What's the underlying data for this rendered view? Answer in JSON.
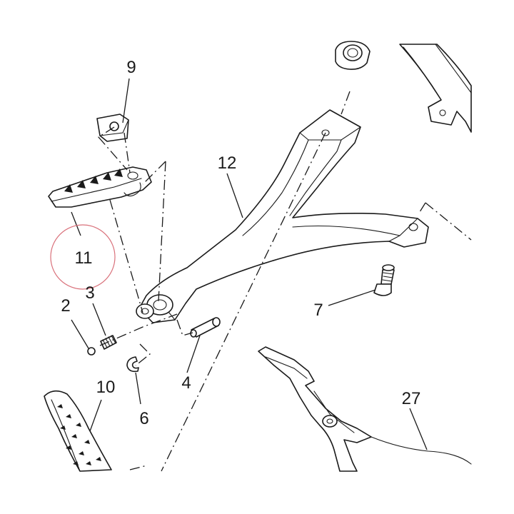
{
  "diagram": {
    "callouts": {
      "c9": "9",
      "c12": "12",
      "c11": "11",
      "c2": "2",
      "c3": "3",
      "c7": "7",
      "c10": "10",
      "c4": "4",
      "c6": "6",
      "c27": "27"
    },
    "highlight_color": "#d9707a"
  }
}
